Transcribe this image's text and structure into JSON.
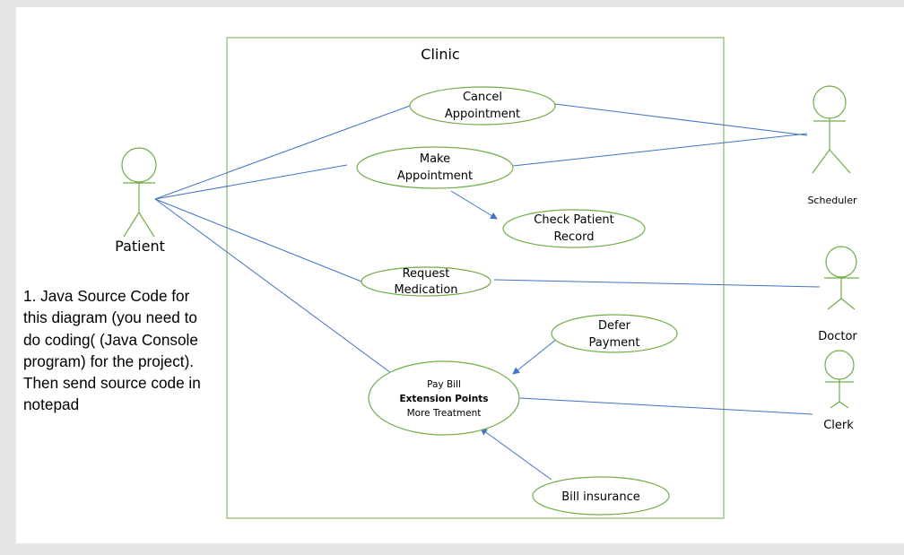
{
  "system": {
    "title": "Clinic"
  },
  "actors": [
    {
      "id": "patient",
      "label": "Patient"
    },
    {
      "id": "scheduler",
      "label": "Scheduler"
    },
    {
      "id": "doctor",
      "label": "Doctor"
    },
    {
      "id": "clerk",
      "label": "Clerk"
    }
  ],
  "use_cases": [
    {
      "id": "cancel",
      "lines": [
        "Cancel",
        "Appointment"
      ]
    },
    {
      "id": "make",
      "lines": [
        "Make",
        "Appointment"
      ]
    },
    {
      "id": "check",
      "lines": [
        "Check Patient",
        "Record"
      ]
    },
    {
      "id": "request",
      "lines": [
        "Request",
        "Medication"
      ]
    },
    {
      "id": "defer",
      "lines": [
        "Defer",
        "Payment"
      ]
    },
    {
      "id": "pay",
      "lines": [
        "Pay Bill",
        "Extension Points",
        "More Treatment"
      ]
    },
    {
      "id": "insurance",
      "lines": [
        "Bill insurance"
      ]
    }
  ],
  "note": {
    "text": "1. Java Source Code for this diagram  (you need to do coding( (Java Console program) for the project). Then send source code in notepad"
  }
}
